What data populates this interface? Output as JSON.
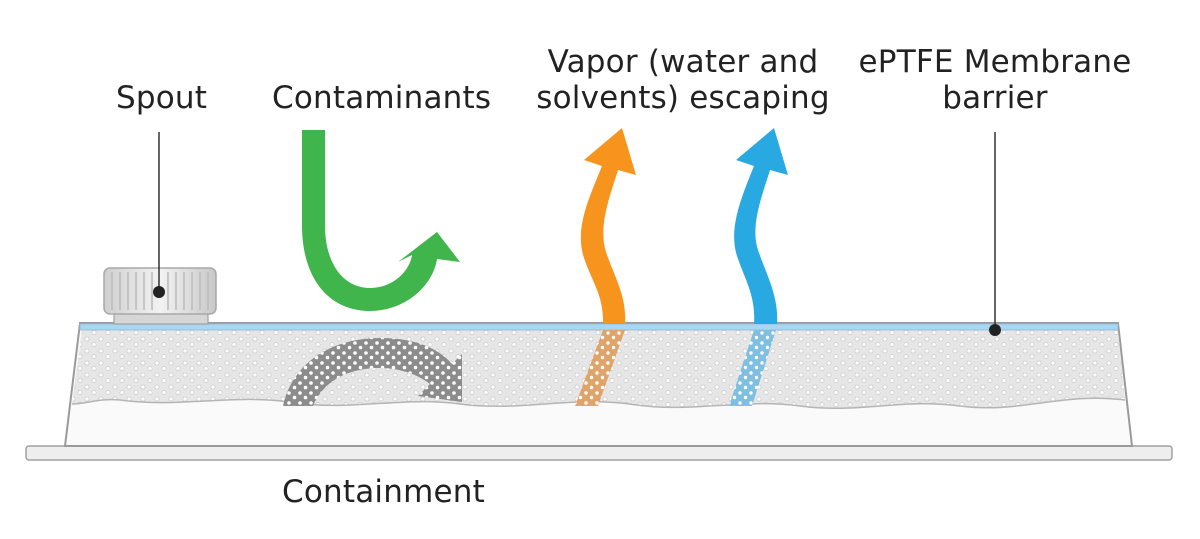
{
  "labels": {
    "spout": "Spout",
    "contaminants": "Contaminants",
    "vapor_line1": "Vapor (water and",
    "vapor_line2": "solvents) escaping",
    "membrane_line1": "ePTFE Membrane",
    "membrane_line2": "barrier",
    "containment": "Containment"
  },
  "colors": {
    "contaminants_arrow": "#3fb54b",
    "solvent_arrow": "#f7941d",
    "water_arrow": "#29a9e1",
    "membrane_line": "#a9d6f0",
    "fill_material": "#e8e8e8",
    "outline": "#9a9a9a",
    "internal_arrow": "#8a8a8a"
  },
  "icons": [
    "spout-cap-icon",
    "leader-dot-icon"
  ]
}
